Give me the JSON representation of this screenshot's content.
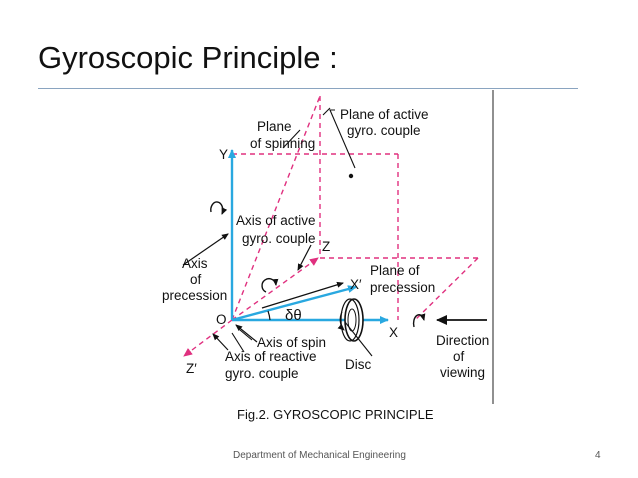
{
  "slide": {
    "title": "Gyroscopic Principle :",
    "caption": "Fig.2. GYROSCOPIC PRINCIPLE",
    "footer": "Department of Mechanical Engineering",
    "page_number": "4"
  },
  "diagram": {
    "labels": {
      "plane_of_spinning_1": "Plane",
      "plane_of_spinning_2": "of spinning",
      "plane_active_1": "Plane of active",
      "plane_active_2": "gyro. couple",
      "y_axis": "Y",
      "axis_active_1": "Axis of active",
      "axis_active_2": "gyro. couple",
      "z_axis": "Z",
      "axis_precession_1": "Axis",
      "axis_precession_2": "of",
      "axis_precession_3": "precession",
      "plane_precession_1": "Plane of",
      "plane_precession_2": "precession",
      "x_prime": "X′",
      "origin": "O",
      "delta_theta": "δθ",
      "x_axis": "X",
      "axis_spin": "Axis of spin",
      "axis_reactive_1": "Axis of reactive",
      "axis_reactive_2": "gyro. couple",
      "z_prime": "Z′",
      "disc": "Disc",
      "direction_1": "Direction",
      "direction_2": "of",
      "direction_3": "viewing"
    },
    "colors": {
      "axis_blue": "#29a8e0",
      "dash_magenta": "#e0307f",
      "ink": "#111111"
    }
  }
}
